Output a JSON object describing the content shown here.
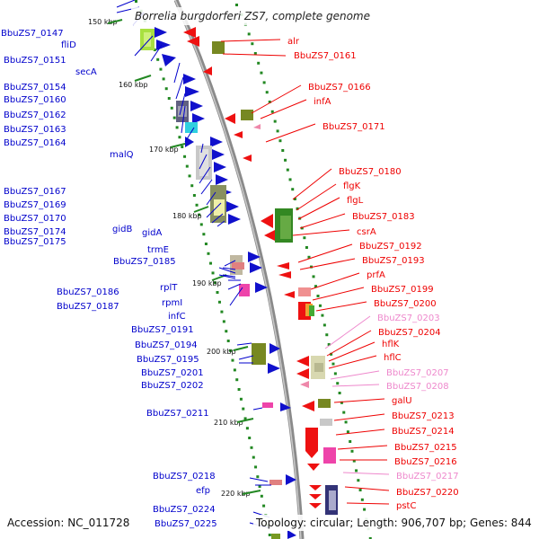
{
  "title": "Borrelia burgdorferi ZS7, complete genome",
  "accession": "Accession: NC_011728",
  "topology": "Topology: circular; Length: 906,707 bp; Genes: 844",
  "colors": {
    "plus_strand": "#0000cc",
    "minus_strand": "#ee0000",
    "pseudo": "#ee88cc",
    "backbone": "#888888",
    "tick": "#228822"
  },
  "scale": [
    {
      "kbp": "150 kbp"
    },
    {
      "kbp": "160 kbp"
    },
    {
      "kbp": "170 kbp"
    },
    {
      "kbp": "180 kbp"
    },
    {
      "kbp": "190 kbp"
    },
    {
      "kbp": "200 kbp"
    },
    {
      "kbp": "210 kbp"
    },
    {
      "kbp": "220 kbp"
    }
  ],
  "left_labels": [
    {
      "text": "BbuZS7_0147"
    },
    {
      "text": "fliD"
    },
    {
      "text": "BbuZS7_0151"
    },
    {
      "text": "secA"
    },
    {
      "text": "BbuZS7_0154"
    },
    {
      "text": "BbuZS7_0160"
    },
    {
      "text": "BbuZS7_0162"
    },
    {
      "text": "BbuZS7_0163"
    },
    {
      "text": "BbuZS7_0164"
    },
    {
      "text": "malQ"
    },
    {
      "text": "BbuZS7_0167"
    },
    {
      "text": "BbuZS7_0169"
    },
    {
      "text": "BbuZS7_0170"
    },
    {
      "text": "BbuZS7_0174"
    },
    {
      "text": "BbuZS7_0175"
    },
    {
      "text": "gidB"
    },
    {
      "text": "gidA"
    },
    {
      "text": "trmE"
    },
    {
      "text": "BbuZS7_0185"
    },
    {
      "text": "rplT"
    },
    {
      "text": "BbuZS7_0186"
    },
    {
      "text": "rpmI"
    },
    {
      "text": "BbuZS7_0187"
    },
    {
      "text": "infC"
    },
    {
      "text": "BbuZS7_0191"
    },
    {
      "text": "BbuZS7_0194"
    },
    {
      "text": "BbuZS7_0195"
    },
    {
      "text": "BbuZS7_0201"
    },
    {
      "text": "BbuZS7_0202"
    },
    {
      "text": "BbuZS7_0211"
    },
    {
      "text": "BbuZS7_0218"
    },
    {
      "text": "efp"
    },
    {
      "text": "BbuZS7_0224"
    },
    {
      "text": "BbuZS7_0225"
    }
  ],
  "right_labels": [
    {
      "text": "alr"
    },
    {
      "text": "BbuZS7_0161"
    },
    {
      "text": "BbuZS7_0166"
    },
    {
      "text": "infA"
    },
    {
      "text": "BbuZS7_0171"
    },
    {
      "text": "BbuZS7_0180"
    },
    {
      "text": "flgK"
    },
    {
      "text": "flgL"
    },
    {
      "text": "BbuZS7_0183"
    },
    {
      "text": "csrA"
    },
    {
      "text": "BbuZS7_0192"
    },
    {
      "text": "BbuZS7_0193"
    },
    {
      "text": "prfA"
    },
    {
      "text": "BbuZS7_0199"
    },
    {
      "text": "BbuZS7_0200"
    },
    {
      "text": "BbuZS7_0203",
      "pseudo": true
    },
    {
      "text": "BbuZS7_0204"
    },
    {
      "text": "hflK"
    },
    {
      "text": "hflC"
    },
    {
      "text": "BbuZS7_0207",
      "pseudo": true
    },
    {
      "text": "BbuZS7_0208",
      "pseudo": true
    },
    {
      "text": "galU"
    },
    {
      "text": "BbuZS7_0213"
    },
    {
      "text": "BbuZS7_0214"
    },
    {
      "text": "BbuZS7_0215"
    },
    {
      "text": "BbuZS7_0216"
    },
    {
      "text": "BbuZS7_0217",
      "pseudo": true
    },
    {
      "text": "BbuZS7_0220"
    },
    {
      "text": "pstC"
    }
  ]
}
